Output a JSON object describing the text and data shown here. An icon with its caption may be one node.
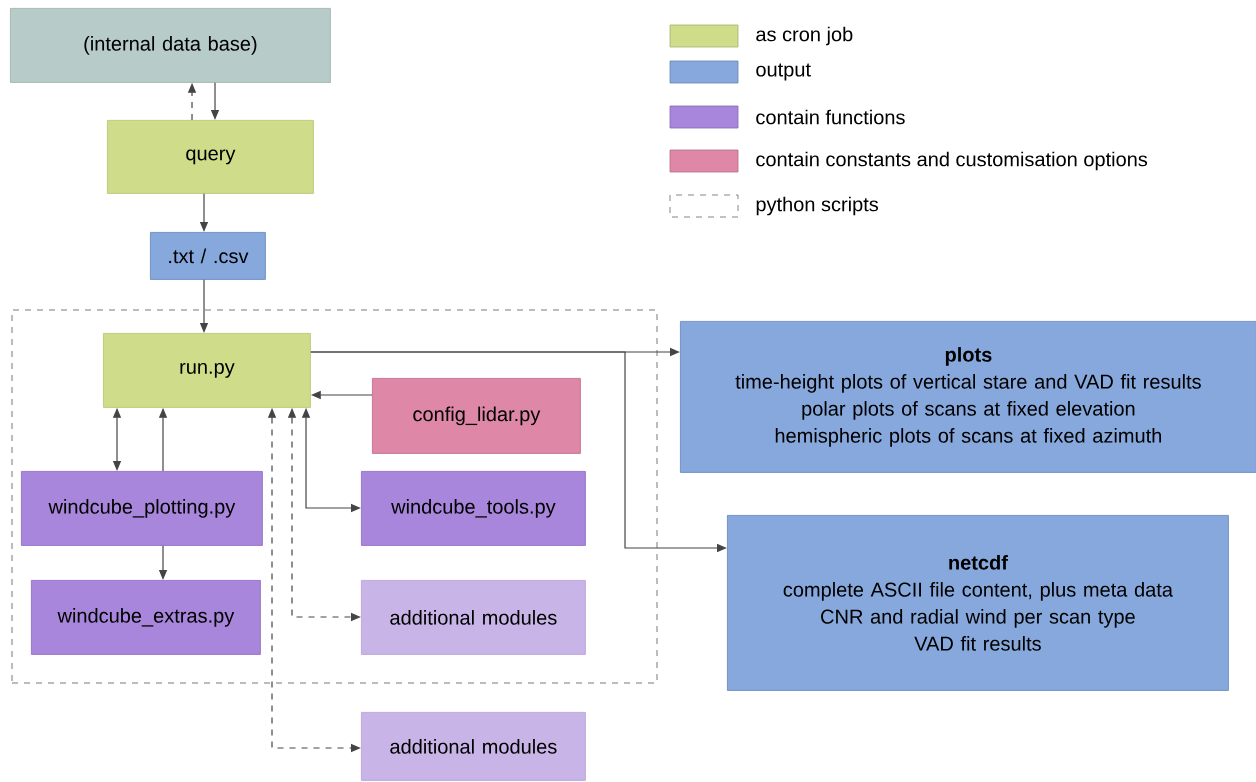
{
  "diagram": {
    "nodes": [
      {
        "text": [
          "(internal data base)"
        ]
      },
      {
        "text": [
          "query"
        ]
      },
      {
        "text": [
          ".txt / .csv"
        ]
      },
      {
        "text": [],
        "shape": "box"
      },
      {
        "text": [
          "run.py"
        ],
        "in": 3
      },
      {
        "text": [
          "config_lidar.py"
        ],
        "in": 3
      },
      {
        "text": [
          "windcube_plotting.py"
        ],
        "in": 3
      },
      {
        "text": [
          "windcube_tools.py"
        ],
        "in": 3
      },
      {
        "text": [
          "windcube_extras.py"
        ],
        "in": 3
      },
      {
        "text": [
          "additional modules"
        ],
        "in": 3
      },
      {
        "text": [
          "additional modules"
        ]
      },
      {
        "text": [
          "plots",
          "time-height plots of vertical stare and VAD fit results",
          "polar plots of scans at fixed elevation",
          "hemispheric plots of scans at fixed azimuth"
        ]
      },
      {
        "text": [
          "netcdf",
          "complete ASCII file content, plus meta data",
          "CNR and radial wind per scan type",
          "VAD fit results"
        ]
      }
    ],
    "edges": [
      {
        "from": 0,
        "to": 1,
        "arrow": "to"
      },
      {
        "from": 1,
        "to": 0,
        "arrow": "to",
        "style": "dashed"
      },
      {
        "from": 1,
        "to": 2,
        "arrow": "to"
      },
      {
        "from": 2,
        "to": 4,
        "arrow": "to"
      },
      {
        "from": 4,
        "to": 11,
        "arrow": "to"
      },
      {
        "from": 4,
        "to": 12,
        "arrow": "to"
      },
      {
        "from": 5,
        "to": 4,
        "arrow": "to"
      },
      {
        "from": 4,
        "to": 6,
        "arrow": "both"
      },
      {
        "from": 6,
        "to": 4,
        "arrow": "to"
      },
      {
        "from": 4,
        "to": 7,
        "arrow": "both"
      },
      {
        "from": 6,
        "to": 8,
        "arrow": "to"
      },
      {
        "from": 4,
        "to": 9,
        "arrow": "both",
        "style": "dashed"
      },
      {
        "from": 4,
        "to": 10,
        "arrow": "both",
        "style": "dashed"
      }
    ],
    "legend": [
      {
        "text": "as cron job",
        "color": "#cfdc8a"
      },
      {
        "text": "output",
        "color": "#86a8dc"
      },
      {
        "text": "contain functions",
        "color": "#a886dc"
      },
      {
        "text": "contain constants and customisation options",
        "color": "#df87a7"
      },
      {
        "text": "python scripts"
      }
    ]
  }
}
